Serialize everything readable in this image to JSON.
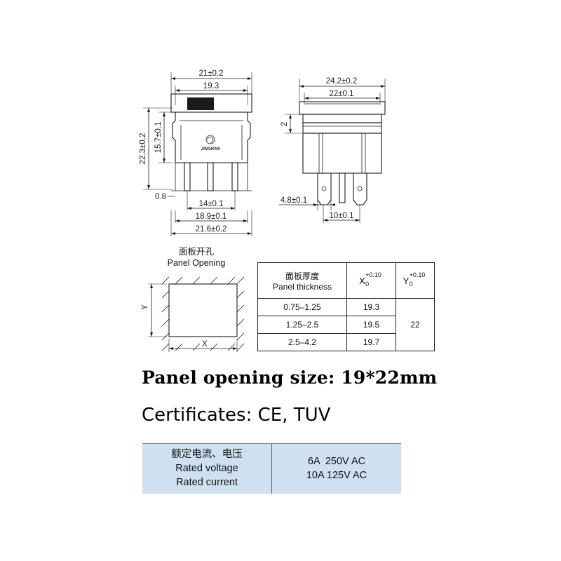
{
  "front_view": {
    "top_outer": "21±0.2",
    "top_inner": "19.3",
    "height_total": "22.3±0.2",
    "height_body": "15.7±0.1",
    "offset_left": "0.8",
    "pin_spacing": "14±0.1",
    "bottom_inner": "18.9±0.1",
    "bottom_outer": "21.6±0.2",
    "logo_text": "JINGHAN"
  },
  "side_view": {
    "top_outer": "24.2±0.2",
    "top_inner": "22±0.1",
    "cap_height": "2",
    "pin_width": "4.8±0.1",
    "pin_gap": "10±0.1"
  },
  "panel_opening": {
    "title_cn": "面板开孔",
    "title_en": "Panel Opening",
    "axis_x": "X",
    "axis_y": "Y"
  },
  "thickness_table": {
    "header_cn": "面板厚度",
    "header_en": "Panel thickness",
    "x_label": "X",
    "y_label": "Y",
    "tol_upper": "+0.10",
    "tol_lower": "0",
    "rows": [
      {
        "thickness": "0.75–1.25",
        "x": "19.3"
      },
      {
        "thickness": "1.25–2.5",
        "x": "19.5"
      },
      {
        "thickness": "2.5–4.2",
        "x": "19.7"
      }
    ],
    "y_value": "22"
  },
  "opening_size_text": "Panel opening size: 19*22mm",
  "certificates_text": "Certificates: CE, TUV",
  "rating": {
    "label_cn": "额定电流、电压",
    "label_en_1": "Rated voltage",
    "label_en_2": "Rated current",
    "value_1": "6A  250V AC",
    "value_2": "10A 125V AC"
  }
}
